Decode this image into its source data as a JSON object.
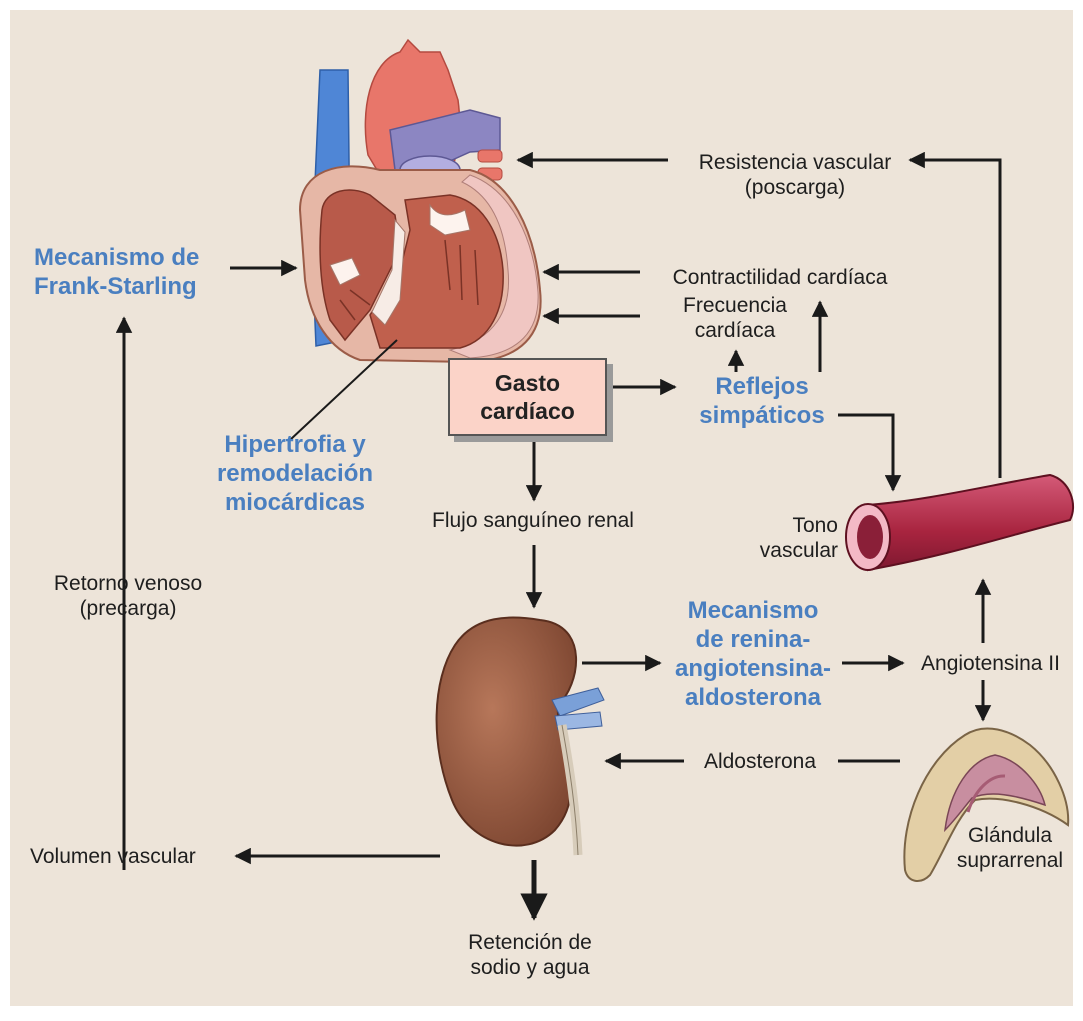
{
  "labels": {
    "resistencia": "Resistencia vascular\n(poscarga)",
    "contractilidad": "Contractilidad cardíaca",
    "frecuencia": "Frecuencia\ncardíaca",
    "gasto": "Gasto\ncardíaco",
    "reflejos": "Reflejos\nsimpáticos",
    "frank_starling": "Mecanismo de\nFrank-Starling",
    "hipertrofia": "Hipertrofia y\nremodelación\nmiocárdicas",
    "flujo": "Flujo sanguíneo renal",
    "tono": "Tono\nvascular",
    "retorno": "Retorno venoso\n(precarga)",
    "renina": "Mecanismo\nde renina-\nangiotensina-\naldosterona",
    "angiotensina": "Angiotensina II",
    "aldosterona": "Aldosterona",
    "glandula": "Glándula\nsuprarrenal",
    "volumen": "Volumen vascular",
    "retencion": "Retención de\nsodio y agua"
  },
  "colors": {
    "background": "#ede4d9",
    "accent_blue": "#4a7fc0",
    "box_fill": "#fbd3c8",
    "arrow": "#1a1a1a",
    "kidney": "#9a5a3c",
    "vessel": "#b32a4a",
    "heart_muscle": "#b85a4a"
  },
  "icons": [
    "heart-illustration",
    "kidney-illustration",
    "blood-vessel-illustration",
    "adrenal-gland-illustration"
  ]
}
